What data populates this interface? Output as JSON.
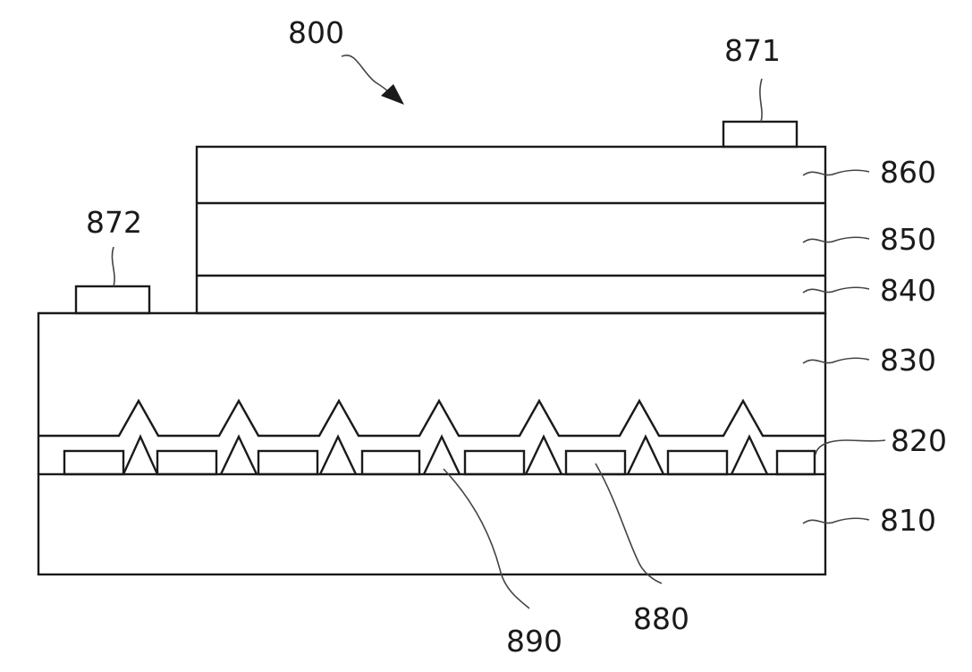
{
  "figure": {
    "assembly_label": "800",
    "labels": {
      "l871": "871",
      "l872": "872",
      "l860": "860",
      "l850": "850",
      "l840": "840",
      "l830": "830",
      "l820": "820",
      "l810": "810",
      "l890": "890",
      "l880": "880"
    }
  }
}
